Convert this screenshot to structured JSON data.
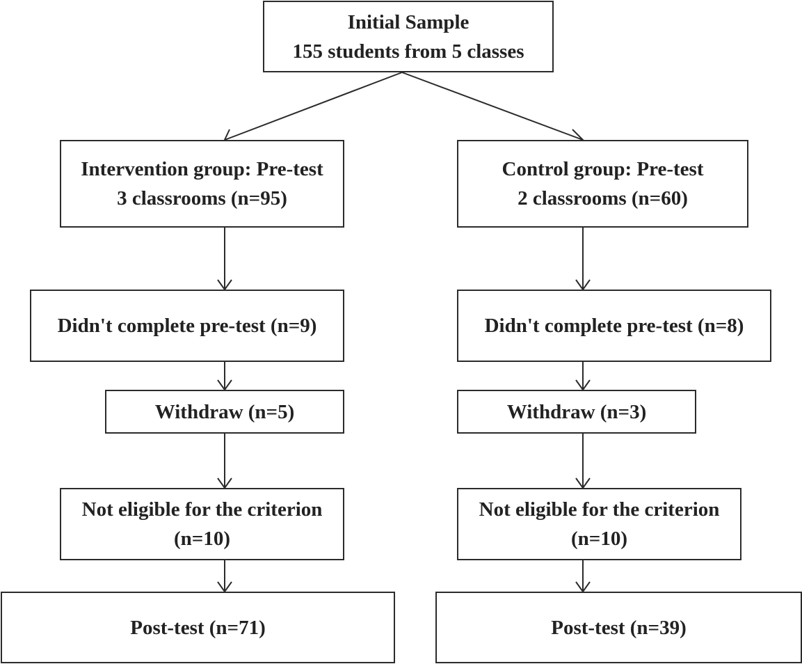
{
  "initial": {
    "line1": "Initial Sample",
    "line2": "155 students from 5 classes"
  },
  "intervention": {
    "pretest": {
      "line1": "Intervention group: Pre-test",
      "line2": "3 classrooms (n=95)"
    },
    "incomplete": "Didn't complete pre-test (n=9)",
    "withdraw": "Withdraw (n=5)",
    "not_eligible": {
      "line1": "Not eligible for the criterion",
      "line2": "(n=10)"
    },
    "posttest": "Post-test (n=71)"
  },
  "control": {
    "pretest": {
      "line1": "Control group: Pre-test",
      "line2": "2 classrooms (n=60)"
    },
    "incomplete": "Didn't complete pre-test (n=8)",
    "withdraw": "Withdraw (n=3)",
    "not_eligible": {
      "line1": "Not eligible for the criterion",
      "line2": "(n=10)"
    },
    "posttest": "Post-test (n=39)"
  }
}
